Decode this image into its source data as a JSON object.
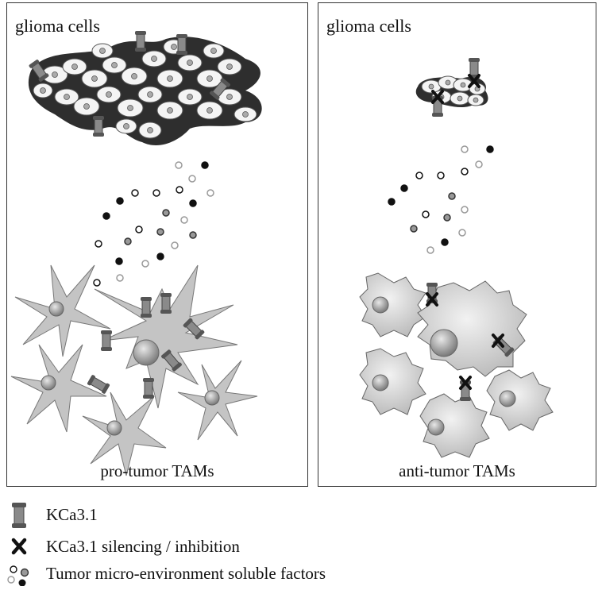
{
  "panels": {
    "left": {
      "title": "glioma cells",
      "caption": "pro-tumor TAMs"
    },
    "right": {
      "title": "glioma cells",
      "caption": "anti-tumor TAMs"
    }
  },
  "legend": {
    "channel": "KCa3.1",
    "inhibition": "KCa3.1 silencing / inhibition",
    "factors": "Tumor micro-environment soluble factors"
  },
  "colors": {
    "channel": "#8a8a8a",
    "cell_fill": "#c8c8c8",
    "nucleus": "#9a9a9a",
    "tumor_outline": "#2a2a2a"
  }
}
